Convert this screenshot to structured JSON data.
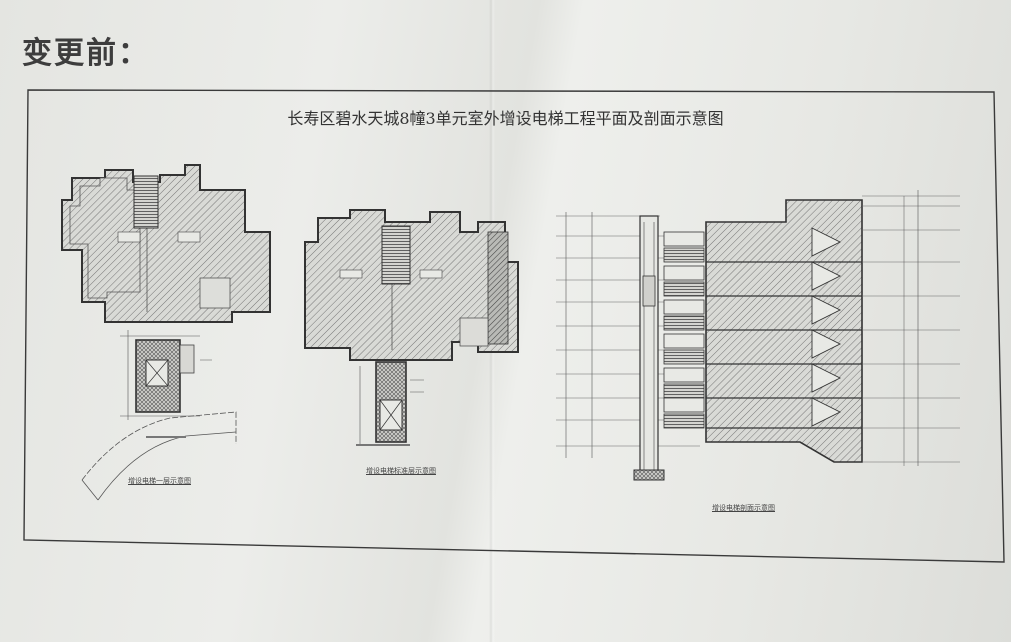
{
  "heading": "变更前：",
  "sheet_title": "长寿区碧水天城8幢3单元室外增设电梯工程平面及剖面示意图",
  "captions": {
    "plan1": "增设电梯一层示意图",
    "plan2": "增设电梯标准层示意图",
    "section": "增设电梯剖面示意图"
  },
  "colors": {
    "line": "#3a3a3a",
    "paper": "#e8e9e5"
  }
}
